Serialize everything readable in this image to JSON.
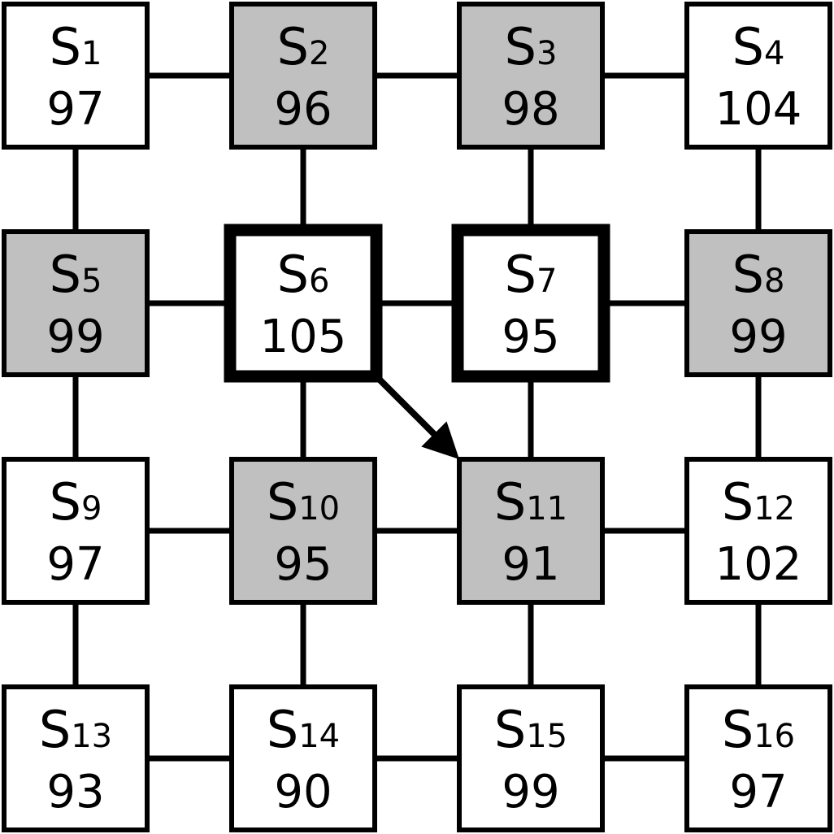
{
  "colors": {
    "shaded": "#c0c0c0",
    "plain": "#ffffff",
    "stroke": "#000000"
  },
  "nodes": [
    {
      "name": "S",
      "index": "1",
      "value": "97",
      "shaded": false,
      "emphasized": false
    },
    {
      "name": "S",
      "index": "2",
      "value": "96",
      "shaded": true,
      "emphasized": false
    },
    {
      "name": "S",
      "index": "3",
      "value": "98",
      "shaded": true,
      "emphasized": false
    },
    {
      "name": "S",
      "index": "4",
      "value": "104",
      "shaded": false,
      "emphasized": false
    },
    {
      "name": "S",
      "index": "5",
      "value": "99",
      "shaded": true,
      "emphasized": false
    },
    {
      "name": "S",
      "index": "6",
      "value": "105",
      "shaded": false,
      "emphasized": true
    },
    {
      "name": "S",
      "index": "7",
      "value": "95",
      "shaded": false,
      "emphasized": true
    },
    {
      "name": "S",
      "index": "8",
      "value": "99",
      "shaded": true,
      "emphasized": false
    },
    {
      "name": "S",
      "index": "9",
      "value": "97",
      "shaded": false,
      "emphasized": false
    },
    {
      "name": "S",
      "index": "10",
      "value": "95",
      "shaded": true,
      "emphasized": false
    },
    {
      "name": "S",
      "index": "11",
      "value": "91",
      "shaded": true,
      "emphasized": false
    },
    {
      "name": "S",
      "index": "12",
      "value": "102",
      "shaded": false,
      "emphasized": false
    },
    {
      "name": "S",
      "index": "13",
      "value": "93",
      "shaded": false,
      "emphasized": false
    },
    {
      "name": "S",
      "index": "14",
      "value": "90",
      "shaded": false,
      "emphasized": false
    },
    {
      "name": "S",
      "index": "15",
      "value": "99",
      "shaded": false,
      "emphasized": false
    },
    {
      "name": "S",
      "index": "16",
      "value": "97",
      "shaded": false,
      "emphasized": false
    }
  ],
  "arrows": [
    {
      "from": "6",
      "to": "11"
    }
  ]
}
